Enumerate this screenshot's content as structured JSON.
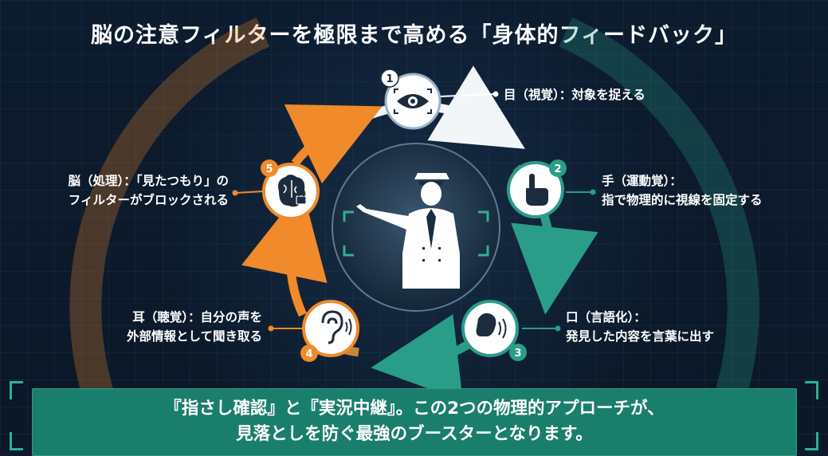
{
  "title": "脳の注意フィルターを極限まで高める「身体的フィードバック」",
  "steps": [
    {
      "number": "1",
      "icon": "eye-icon",
      "label_lines": [
        "目（視覚）：対象を捉える"
      ]
    },
    {
      "number": "2",
      "icon": "pointing-hand-icon",
      "label_lines": [
        "手（運動覚）：",
        "指で物理的に視線を固定する"
      ]
    },
    {
      "number": "3",
      "icon": "speaking-head-icon",
      "label_lines": [
        "口（言語化）：",
        "発見した内容を言葉に出す"
      ]
    },
    {
      "number": "4",
      "icon": "ear-icon",
      "label_lines": [
        "耳（聴覚）：自分の声を",
        "外部情報として聞き取る"
      ]
    },
    {
      "number": "5",
      "icon": "brain-lock-icon",
      "label_lines": [
        "脳（処理）：「見たつもり」の",
        "フィルターがブロックされる"
      ]
    }
  ],
  "center": {
    "icon": "pointing-conductor-icon"
  },
  "banner": {
    "lines": [
      "『指さし確認』と『実況中継』。この2つの物理的アプローチが、",
      "見落としを防ぐ最強のブースターとなります。"
    ]
  },
  "colors": {
    "teal": "#2a9d89",
    "orange": "#f08a2a",
    "white": "#f2f6f9",
    "banner": "#1a7e6d",
    "background": "#0c1b2e"
  }
}
